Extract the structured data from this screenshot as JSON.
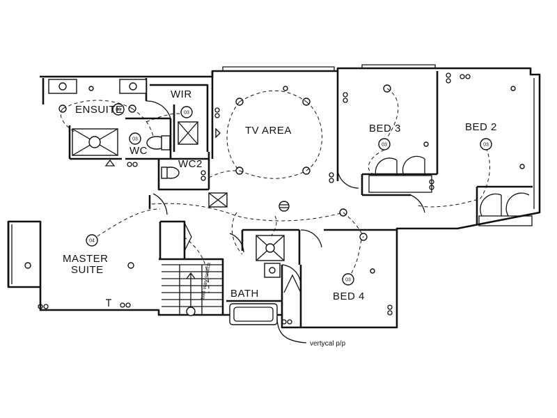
{
  "rooms": {
    "ensuite": "ENSUITE",
    "wir": "WIR",
    "tv_area": "TV AREA",
    "bed3": "BED 3",
    "bed2": "BED 2",
    "wc": "WC",
    "wc2": "WC2",
    "master_line1": "MASTER",
    "master_line2": "SUITE",
    "bath": "BATH",
    "bed4": "BED 4"
  },
  "notes": {
    "two_way_switch": "two way switch",
    "vertical_pp": "vertycal p/p"
  },
  "circuit_tags": {
    "ensuite": "03",
    "wir": "03",
    "wc": "03",
    "bed3": "03",
    "bed2": "03",
    "master": "04",
    "bed4": "03"
  },
  "colors": {
    "line": "#111111",
    "paper": "#ffffff"
  }
}
